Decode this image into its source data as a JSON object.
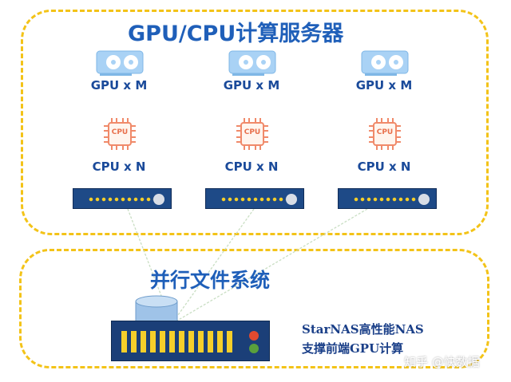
{
  "colors": {
    "dashed_border": "#f3c318",
    "title_blue": "#1f5fb9",
    "server_navy": "#1e4a87",
    "gpu_card": "#a9d2f5",
    "cpu_chip": "#f08a6a",
    "accent_yellow": "#f6cf2a"
  },
  "top_group": {
    "title": "GPU/CPU计算服务器",
    "nodes": [
      {
        "gpu_label": "GPU x M",
        "cpu_label": "CPU x N",
        "chip_text": "CPU",
        "gpu_icon": "gpu-card-icon",
        "cpu_icon": "cpu-chip-icon"
      },
      {
        "gpu_label": "GPU x M",
        "cpu_label": "CPU x N",
        "chip_text": "CPU",
        "gpu_icon": "gpu-card-icon",
        "cpu_icon": "cpu-chip-icon"
      },
      {
        "gpu_label": "GPU x M",
        "cpu_label": "CPU x N",
        "chip_text": "CPU",
        "gpu_icon": "gpu-card-icon",
        "cpu_icon": "cpu-chip-icon"
      }
    ]
  },
  "bottom_group": {
    "title": "并行文件系统",
    "caption_line1": "StarNAS高性能NAS",
    "caption_line2": "支撑前端GPU计算",
    "storage_icon": "nas-storage-icon"
  },
  "watermark": "知乎 @快数据"
}
